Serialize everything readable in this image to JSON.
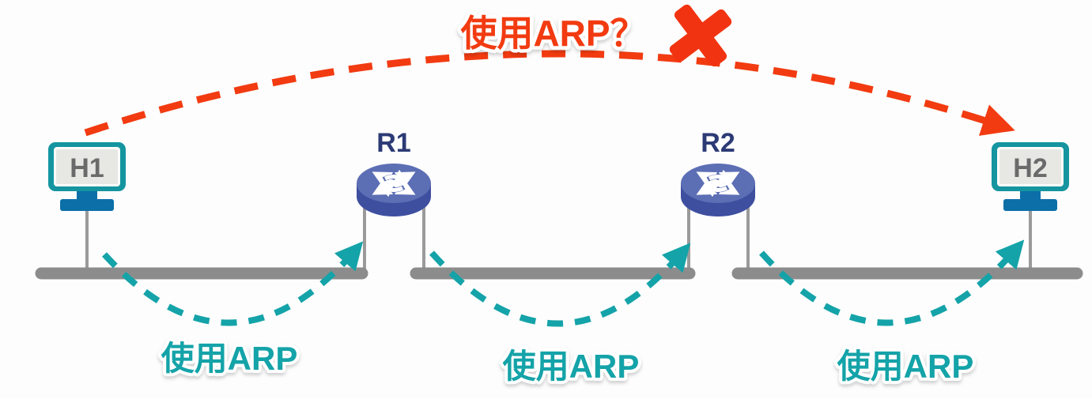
{
  "diagram": {
    "top_arc": {
      "label": "使用ARP？",
      "status_icon": "red-x-icon",
      "meaning": "end-to-end ARP between H1 and H2 is not used"
    },
    "nodes": [
      {
        "id": "H1",
        "type": "host",
        "label": "H1",
        "icon": "monitor-icon"
      },
      {
        "id": "R1",
        "type": "router",
        "label": "R1",
        "icon": "crossed-arrows-router-icon"
      },
      {
        "id": "R2",
        "type": "router",
        "label": "R2",
        "icon": "crossed-arrows-router-icon"
      },
      {
        "id": "H2",
        "type": "host",
        "label": "H2",
        "icon": "monitor-icon"
      }
    ],
    "segment_arcs": [
      {
        "from": "H1",
        "to": "R1",
        "label": "使用ARP"
      },
      {
        "from": "R1",
        "to": "R2",
        "label": "使用ARP"
      },
      {
        "from": "R2",
        "to": "H2",
        "label": "使用ARP"
      }
    ],
    "colors": {
      "forbidden_red": "#f23b11",
      "arp_teal": "#14a3a8",
      "router_top_blue": "#5c6eb4",
      "router_body_blue": "#3e4fa0",
      "monitor_frame_teal": "#1495a0",
      "monitor_screen_gray": "#e7e7e4",
      "stand_blue": "#0c6fa8",
      "bus_gray": "#8c8c8c",
      "router_label_navy": "#2c3a75",
      "host_label_gray": "#6a6a6a"
    }
  }
}
